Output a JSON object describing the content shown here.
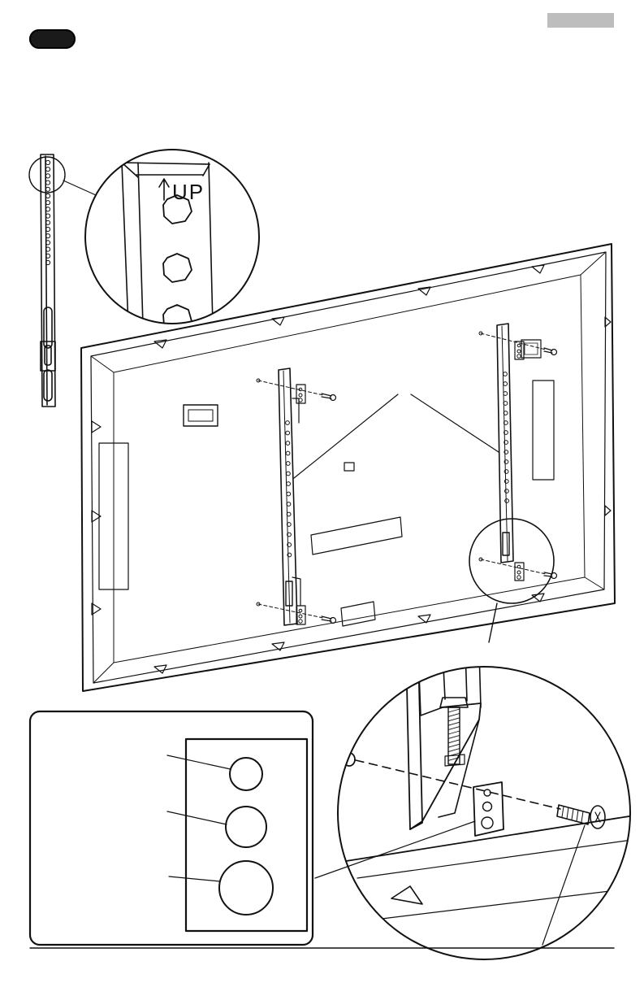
{
  "header": {
    "step_badge": "",
    "section_tab": ""
  },
  "detail_magnifier": {
    "direction_label": "UP"
  },
  "hole_key_panel": {
    "holes": [
      "small",
      "medium",
      "large"
    ]
  },
  "colors": {
    "ink": "#111111",
    "badge": "#1a1a1a",
    "tab": "#bdbdbd",
    "paper": "#ffffff"
  }
}
